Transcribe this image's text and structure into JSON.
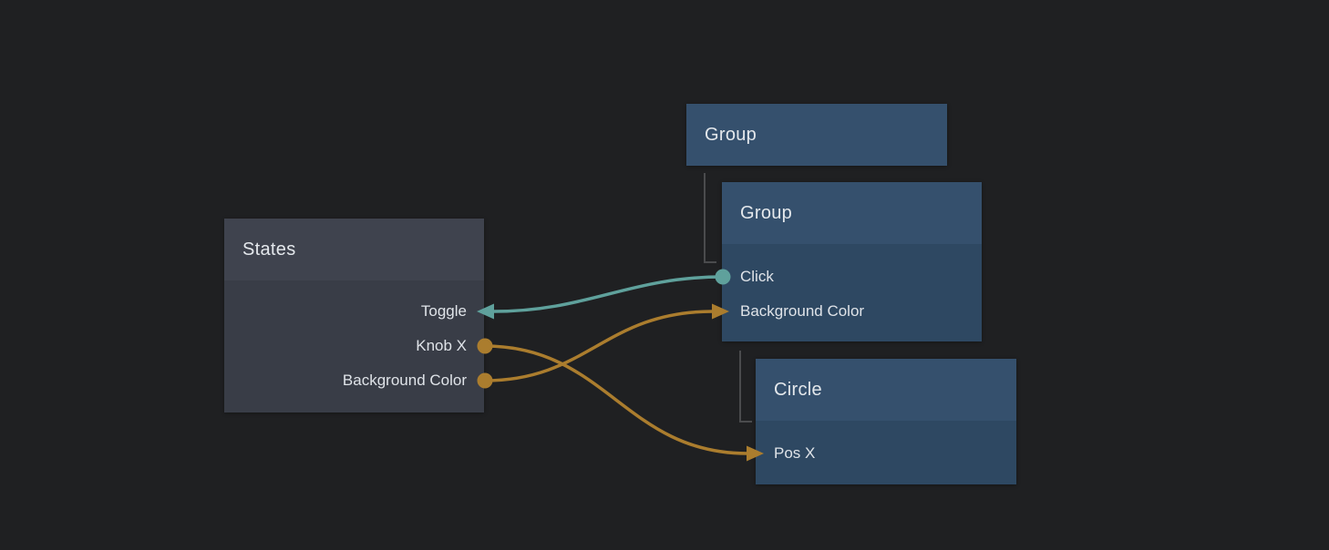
{
  "canvas": {
    "background": "#1f2022",
    "colors": {
      "group_header": "#35506d",
      "group_body": "#2e4862",
      "states_header": "#3f434e",
      "states_body": "#393d47",
      "wire_teal": "#5fa19c",
      "wire_orange": "#ab7d2e",
      "tree_line": "#4a4b4d",
      "text": "#dfe3e8"
    }
  },
  "nodes": {
    "group1": {
      "title": "Group"
    },
    "group2": {
      "title": "Group",
      "ports": [
        {
          "label": "Click"
        },
        {
          "label": "Background Color"
        }
      ]
    },
    "circle": {
      "title": "Circle",
      "ports": [
        {
          "label": "Pos X"
        }
      ]
    },
    "states": {
      "title": "States",
      "ports": [
        {
          "label": "Toggle"
        },
        {
          "label": "Knob X"
        },
        {
          "label": "Background Color"
        }
      ]
    }
  },
  "connections": [
    {
      "from": "Group.Click",
      "to": "States.Toggle",
      "color": "#5fa19c"
    },
    {
      "from": "States.Knob X",
      "to": "Circle.Pos X",
      "color": "#ab7d2e"
    },
    {
      "from": "States.Background Color",
      "to": "Group.Background Color",
      "color": "#ab7d2e"
    }
  ]
}
